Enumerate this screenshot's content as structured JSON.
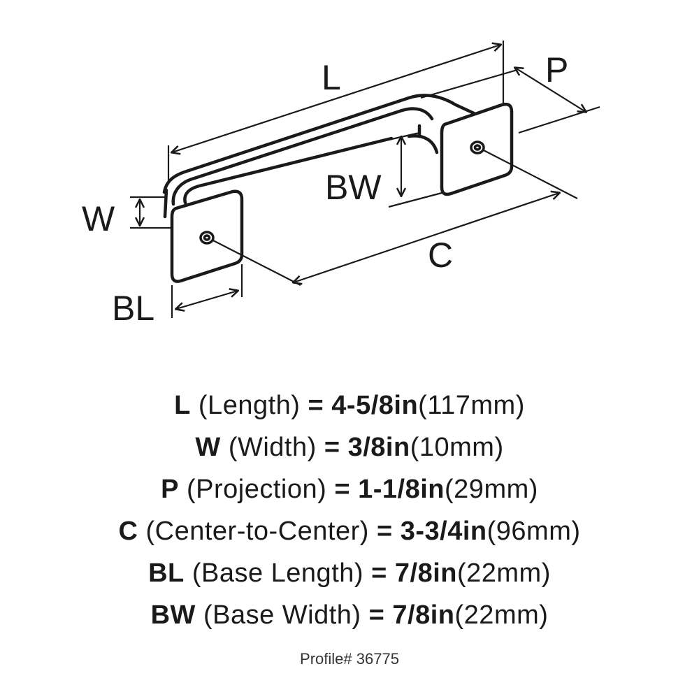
{
  "diagram": {
    "labels": {
      "length": "L",
      "projection": "P",
      "base_width": "BW",
      "width": "W",
      "center": "C",
      "base_length": "BL"
    },
    "colors": {
      "line": "#1a1a1a",
      "background": "#ffffff"
    }
  },
  "specs": [
    {
      "code": "L",
      "name": "(Length)",
      "eq": "=",
      "imperial": "4-5/8in",
      "metric": "(117mm)"
    },
    {
      "code": "W",
      "name": "(Width)",
      "eq": "=",
      "imperial": "3/8in",
      "metric": "(10mm)"
    },
    {
      "code": "P",
      "name": "(Projection)",
      "eq": "=",
      "imperial": "1-1/8in",
      "metric": "(29mm)"
    },
    {
      "code": "C",
      "name": "(Center-to-Center)",
      "eq": "=",
      "imperial": "3-3/4in",
      "metric": "(96mm)"
    },
    {
      "code": "BL",
      "name": "(Base Length)",
      "eq": "=",
      "imperial": "7/8in",
      "metric": "(22mm)"
    },
    {
      "code": "BW",
      "name": "(Base Width)",
      "eq": "=",
      "imperial": "7/8in",
      "metric": "(22mm)"
    }
  ],
  "profile": "Profile# 36775"
}
